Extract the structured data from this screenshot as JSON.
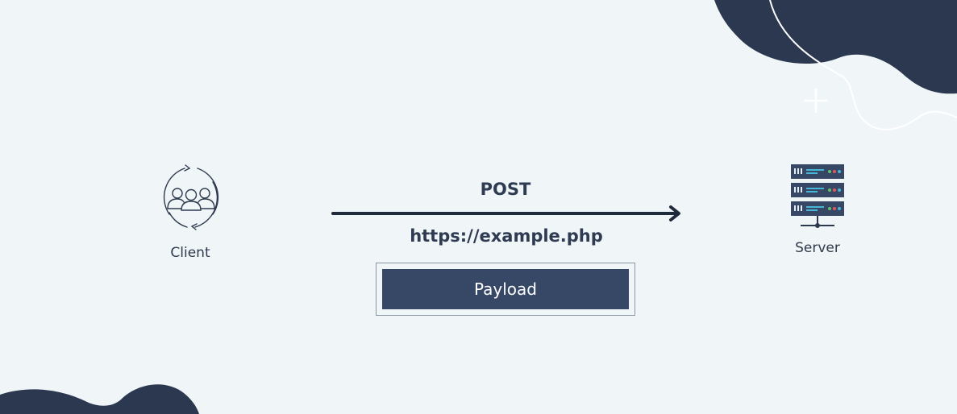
{
  "client": {
    "label": "Client",
    "icon": "users-sync-icon"
  },
  "server": {
    "label": "Server",
    "icon": "server-rack-icon"
  },
  "request": {
    "method": "POST",
    "url": "https://example.php",
    "payload": "Payload"
  },
  "colors": {
    "background": "#f0f5f8",
    "dark_blue": "#2b3850",
    "payload_fill": "#374866",
    "arrow": "#1f2a3d"
  }
}
